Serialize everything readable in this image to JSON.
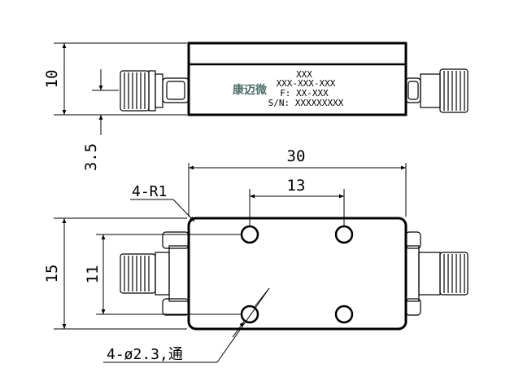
{
  "label": {
    "line1": "XXX",
    "line2": "XXX-XXX-XXX",
    "line3": "F: XX-XXX",
    "line4": "S/N: XXXXXXXXX",
    "logo": "康迈微",
    "logo_color": "#4f6f6a"
  },
  "dimensions": {
    "height": "10",
    "offset": "3.5",
    "length": "30",
    "hole_spacing_x": "13",
    "width": "15",
    "hole_spacing_y": "11",
    "corner_radius": "4-R1",
    "holes": "4-ø2.3,通"
  }
}
